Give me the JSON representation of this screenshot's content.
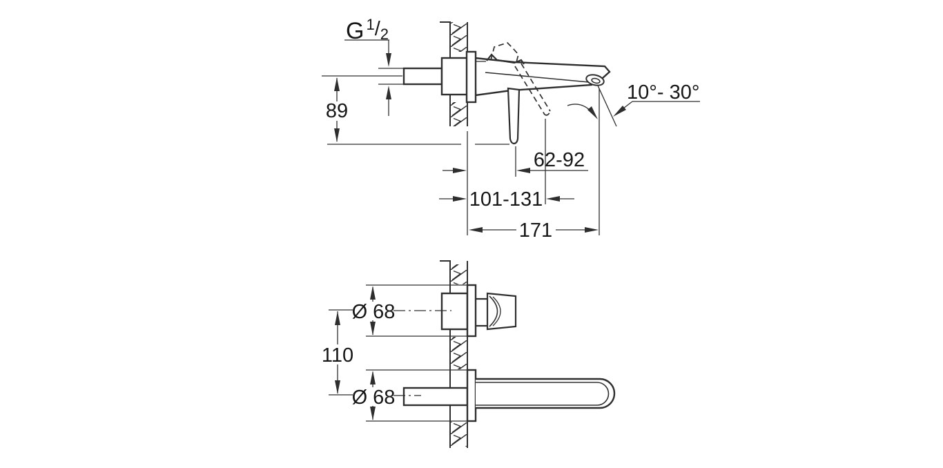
{
  "drawing": {
    "background_color": "#ffffff",
    "line_color": "#2e2e2e",
    "text_color": "#161616",
    "type": "faucet-installation-dimensional-drawing"
  },
  "side_view": {
    "thread_label": {
      "base": "G",
      "numerator": "1",
      "slash": "/",
      "denominator": "2"
    },
    "height_to_lever_tip": "89",
    "spout_angle_range": "10°- 30°",
    "wall_to_lever_closed": "62-92",
    "wall_to_lever_open": "101-131",
    "spout_projection": "171"
  },
  "plan_view": {
    "handle_escutcheon_diameter": "Ø 68",
    "center_distance": "110",
    "spout_escutcheon_diameter": "Ø 68"
  }
}
